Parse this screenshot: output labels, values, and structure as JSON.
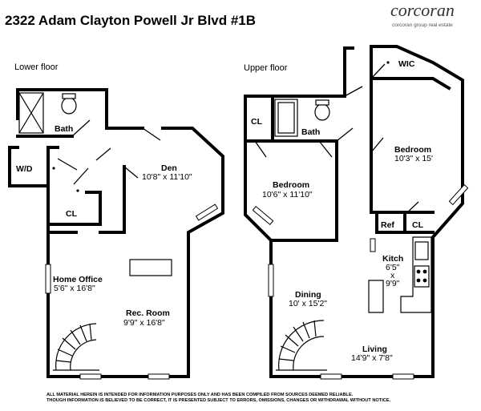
{
  "header": {
    "address": "2322 Adam Clayton Powell Jr Blvd #1B",
    "brand": "corcoran",
    "brand_tagline": "corcoran group real estate"
  },
  "lower_floor": {
    "label": "Lower floor",
    "rooms": {
      "bath": {
        "name": "Bath"
      },
      "wd": {
        "name": "W/D"
      },
      "closet": {
        "name": "CL"
      },
      "den": {
        "name": "Den",
        "dims": "10'8\" x 11'10\""
      },
      "office": {
        "name": "Home Office",
        "dims": "5'6\" x 16'8\""
      },
      "rec": {
        "name": "Rec. Room",
        "dims": "9'9\" x 16'8\""
      }
    }
  },
  "upper_floor": {
    "label": "Upper floor",
    "rooms": {
      "closet1": {
        "name": "CL"
      },
      "bath": {
        "name": "Bath"
      },
      "bedroom1": {
        "name": "Bedroom",
        "dims": "10'6\" x 11'10\""
      },
      "wic": {
        "name": "WIC"
      },
      "bedroom2": {
        "name": "Bedroom",
        "dims": "10'3\" x 15'"
      },
      "ref": {
        "name": "Ref"
      },
      "closet2": {
        "name": "CL"
      },
      "kitchen": {
        "name": "Kitch",
        "dim_w": "6'5\"",
        "dim_x": "x",
        "dim_h": "9'9\""
      },
      "dining": {
        "name": "Dining",
        "dims": "10' x 15'2\""
      },
      "living": {
        "name": "Living",
        "dims": "14'9\" x 7'8\""
      }
    }
  },
  "disclaimer": {
    "line1": "ALL MATERIAL HEREIN IS INTENDED FOR INFORMATION PURPOSES ONLY AND HAS BEEN COMPILED FROM SOURCES DEEMED RELIABLE.",
    "line2": "THOUGH INFORMATION IS BELIEVED TO BE CORRECT, IT IS PRESENTED SUBJECT TO ERRORS, OMISSIONS, CHANGES OR WITHDRAWAL WITHOUT NOTICE."
  }
}
